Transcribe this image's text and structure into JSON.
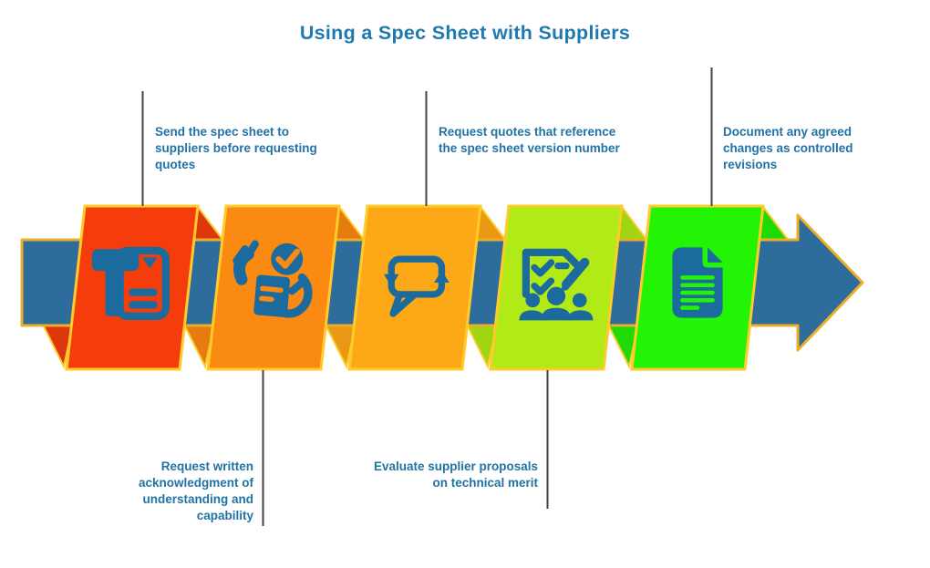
{
  "title": "Using a Spec Sheet with Suppliers",
  "steps": [
    {
      "label": "Send the spec sheet to suppliers before requesting quotes",
      "position": "top",
      "icon": "send-document-icon",
      "banner_color": "#F53D0C"
    },
    {
      "label": "Request written acknowledgment of understanding and capability",
      "position": "bottom",
      "icon": "hands-holding-checklist-icon",
      "banner_color": "#FB8A12"
    },
    {
      "label": "Request quotes that reference the spec sheet version number",
      "position": "top",
      "icon": "speech-bubble-sync-icon",
      "banner_color": "#FCA817"
    },
    {
      "label": "Evaluate supplier proposals on technical merit",
      "position": "bottom",
      "icon": "team-evaluation-icon",
      "banner_color": "#B2EA17"
    },
    {
      "label": "Document any agreed changes as controlled revisions",
      "position": "top",
      "icon": "document-icon",
      "banner_color": "#23F305"
    }
  ],
  "colors": {
    "background": "#FFFFFF",
    "title_text": "#1E7AAE",
    "label_text": "#2173A6",
    "arrow_fill": "#2E6C9B",
    "arrow_border": "#ECAE27",
    "banner_border": "#FFCB2B",
    "icon_blue": "#1C6B9E",
    "connector_line": "#45453A",
    "banner_fills": [
      "#F53D0C",
      "#FB8A12",
      "#FCA817",
      "#B2EA17",
      "#23F305"
    ],
    "banner_fold_fills": [
      "#DE370B",
      "#E57C0F",
      "#E89812",
      "#A0D513",
      "#1FDA04"
    ]
  }
}
